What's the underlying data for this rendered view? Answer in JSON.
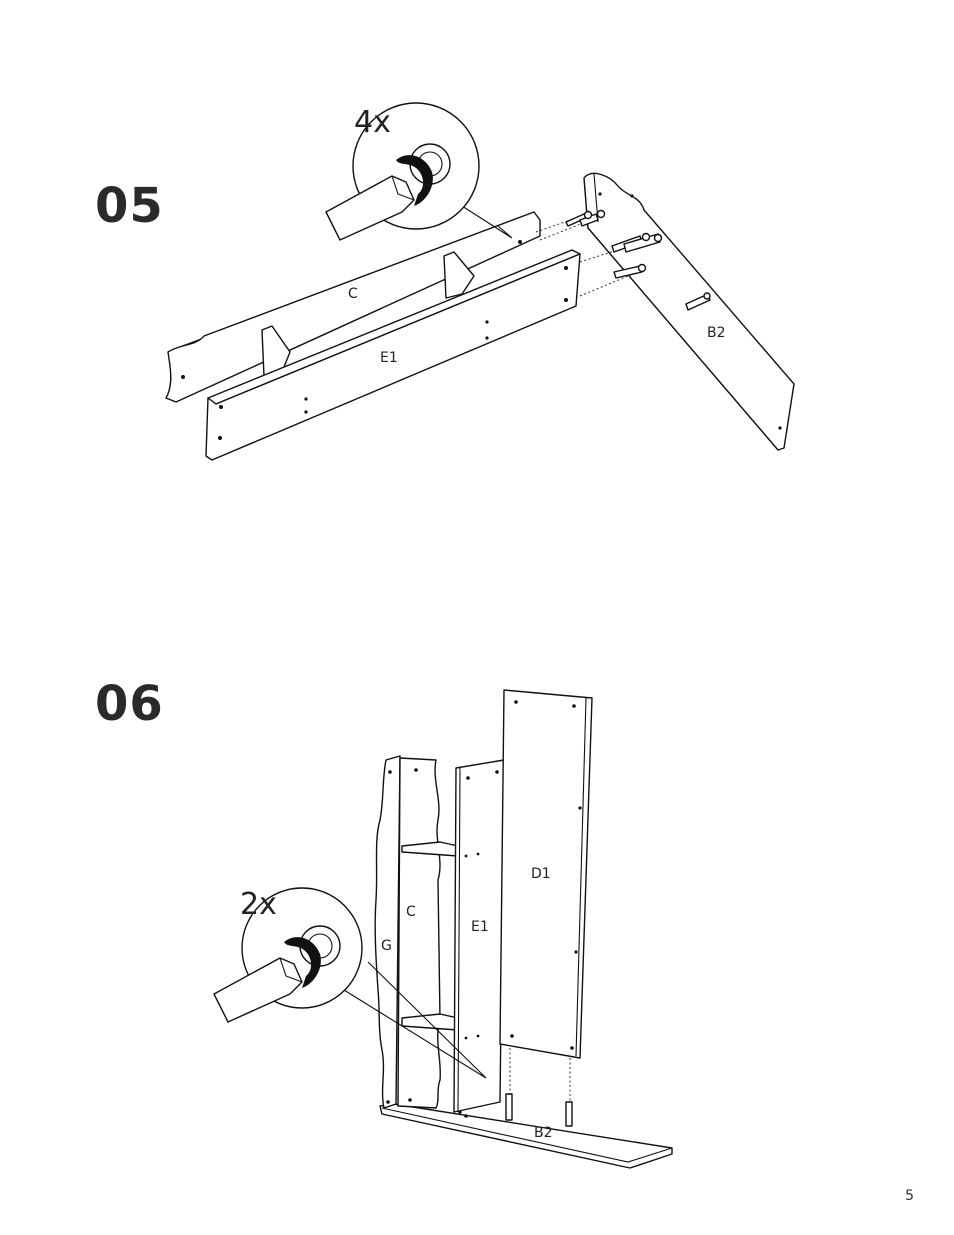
{
  "steps": [
    {
      "number": "05",
      "quantity": "4x",
      "parts": {
        "c": "C",
        "e1": "E1",
        "b2": "B2"
      }
    },
    {
      "number": "06",
      "quantity": "2x",
      "parts": {
        "g": "G",
        "c": "C",
        "e1": "E1",
        "d1": "D1",
        "b2": "B2"
      }
    }
  ],
  "page_number": "5"
}
